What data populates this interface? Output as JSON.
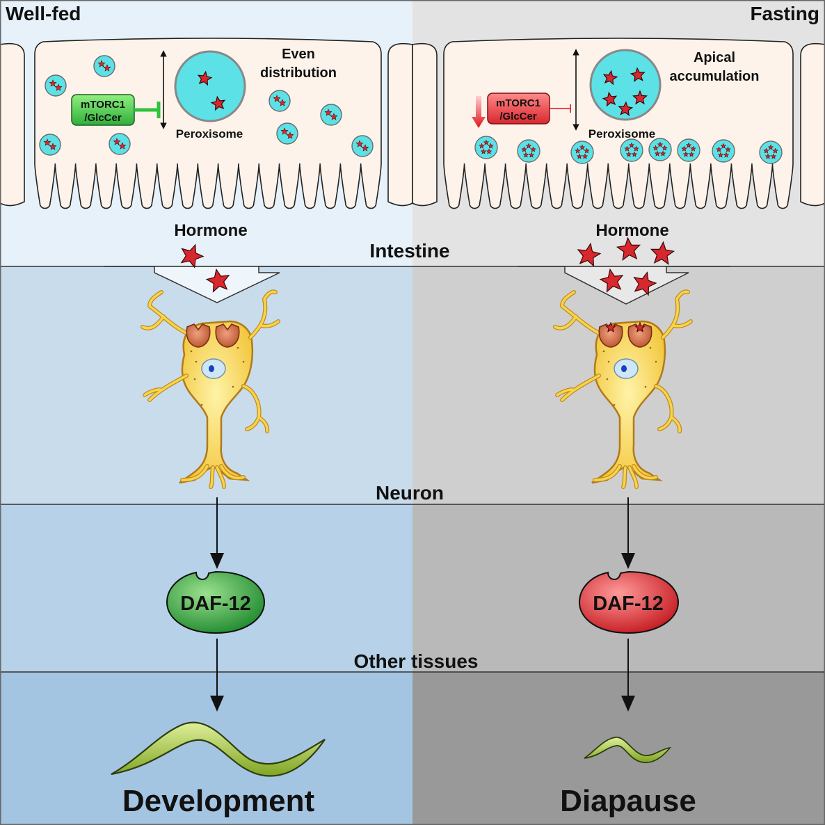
{
  "conditions": {
    "left": "Well-fed",
    "right": "Fasting"
  },
  "intestine": {
    "label": "Intestine",
    "left": {
      "distribution_line1": "Even",
      "distribution_line2": "distribution",
      "regulator_line1": "mTORC1",
      "regulator_line2": "/GlcCer",
      "organelle": "Peroxisome",
      "hormone": "Hormone"
    },
    "right": {
      "distribution_line1": "Apical",
      "distribution_line2": "accumulation",
      "regulator_line1": "mTORC1",
      "regulator_line2": "/GlcCer",
      "organelle": "Peroxisome",
      "hormone": "Hormone"
    }
  },
  "neuron": {
    "label": "Neuron"
  },
  "receptor": {
    "left": "DAF-12",
    "right": "DAF-12"
  },
  "tissues": {
    "label": "Other tissues"
  },
  "outcomes": {
    "left": "Development",
    "right": "Diapause"
  },
  "colors": {
    "wellfed_green": "#3cb043",
    "fasting_red": "#d9272e",
    "peroxisome_cyan": "#5ce1e6",
    "neuron_yellow": "#f7d54a",
    "worm_green": "#a3c83c"
  },
  "icons": {
    "hormone": "red-star-icon",
    "organelle": "peroxisome-icon",
    "cell": "neuron-icon",
    "organism": "worm-icon"
  }
}
